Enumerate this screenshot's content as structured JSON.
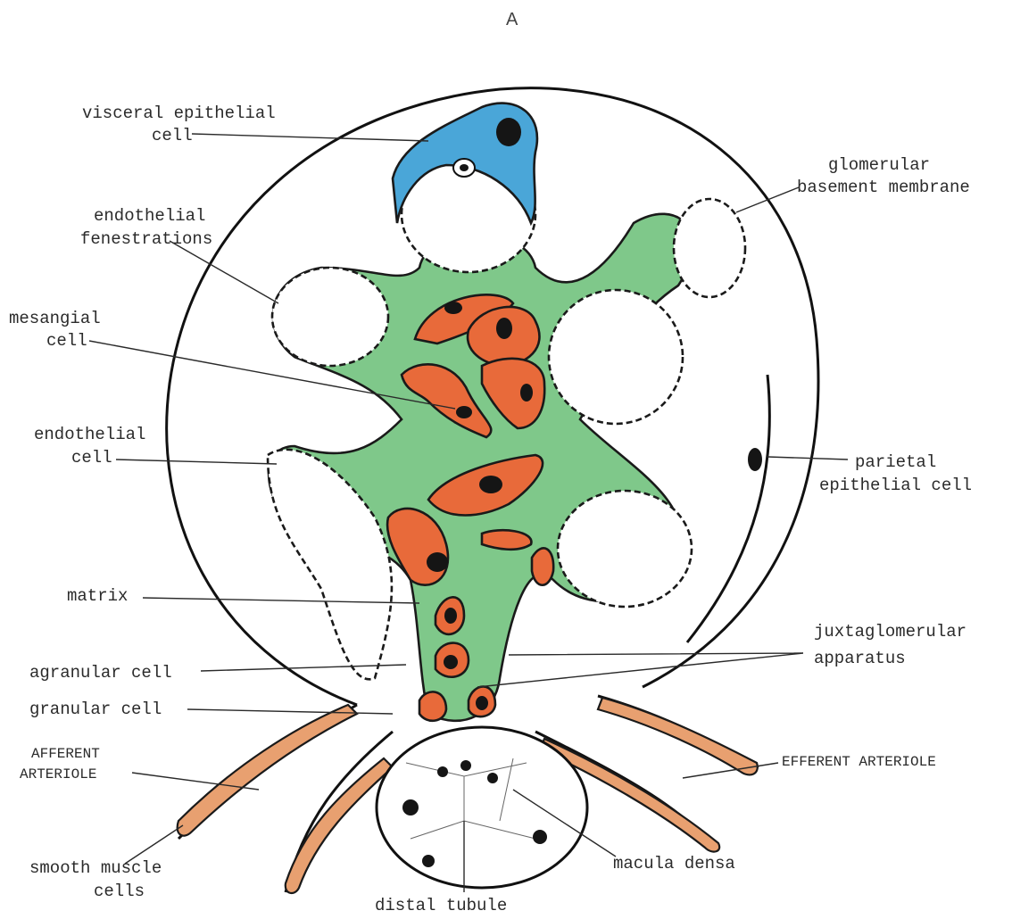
{
  "panel_label": "A",
  "labels": {
    "visceral_epithelial_cell": [
      "visceral epithelial",
      "cell"
    ],
    "glomerular_basement_membrane": [
      "glomerular",
      "basement membrane"
    ],
    "endothelial_fenestrations": [
      "endothelial",
      "fenestrations"
    ],
    "mesangial_cell": [
      "mesangial",
      "cell"
    ],
    "endothelial_cell": [
      "endothelial",
      "cell"
    ],
    "parietal_epithelial_cell": [
      "parietal",
      "epithelial cell"
    ],
    "matrix": "matrix",
    "juxtaglomerular_apparatus": [
      "juxtaglomerular",
      "apparatus"
    ],
    "agranular_cell": "agranular cell",
    "granular_cell": "granular cell",
    "afferent_arteriole": [
      "AFFERENT",
      "ARTERIOLE"
    ],
    "efferent_arteriole": "EFFERENT ARTERIOLE",
    "smooth_muscle_cells": [
      "smooth muscle",
      "cells"
    ],
    "macula_densa": "macula densa",
    "distal_tubule": "distal tubule"
  },
  "colors": {
    "mesangial_matrix": "#7fc88a",
    "mesangial_cell": "#e86a3a",
    "visceral_epithelial_cell": "#4aa6d8",
    "smooth_muscle": "#e8a070",
    "outline": "#111111"
  }
}
